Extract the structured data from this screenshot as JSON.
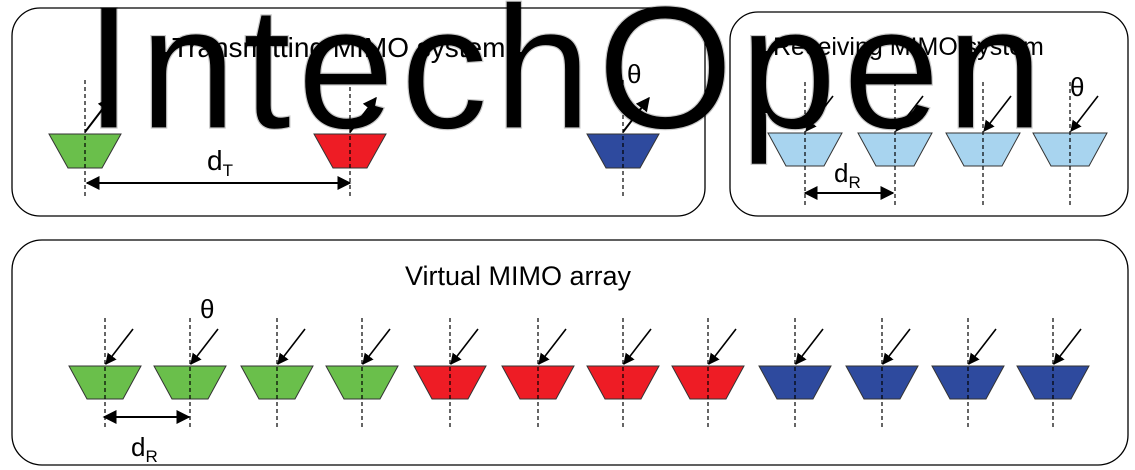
{
  "watermark": "IntechOpen",
  "transmit_panel": {
    "title": "Transmitting MIMO system",
    "spacing_label": "d",
    "spacing_sub": "T",
    "angle_label": "θ",
    "antennas": [
      {
        "color": "#6abf4b"
      },
      {
        "color": "#ee1c25"
      },
      {
        "color": "#2e4a9e"
      }
    ]
  },
  "receive_panel": {
    "title": "Receiving MIMO system",
    "spacing_label": "d",
    "spacing_sub": "R",
    "angle_label": "θ",
    "antennas": [
      {
        "color": "#a8d4ef"
      },
      {
        "color": "#a8d4ef"
      },
      {
        "color": "#a8d4ef"
      },
      {
        "color": "#a8d4ef"
      }
    ]
  },
  "virtual_panel": {
    "title": "Virtual MIMO array",
    "spacing_label": "d",
    "spacing_sub": "R",
    "angle_label": "θ",
    "antennas": [
      {
        "color": "#6abf4b"
      },
      {
        "color": "#6abf4b"
      },
      {
        "color": "#6abf4b"
      },
      {
        "color": "#6abf4b"
      },
      {
        "color": "#ee1c25"
      },
      {
        "color": "#ee1c25"
      },
      {
        "color": "#ee1c25"
      },
      {
        "color": "#ee1c25"
      },
      {
        "color": "#2e4a9e"
      },
      {
        "color": "#2e4a9e"
      },
      {
        "color": "#2e4a9e"
      },
      {
        "color": "#2e4a9e"
      }
    ]
  }
}
